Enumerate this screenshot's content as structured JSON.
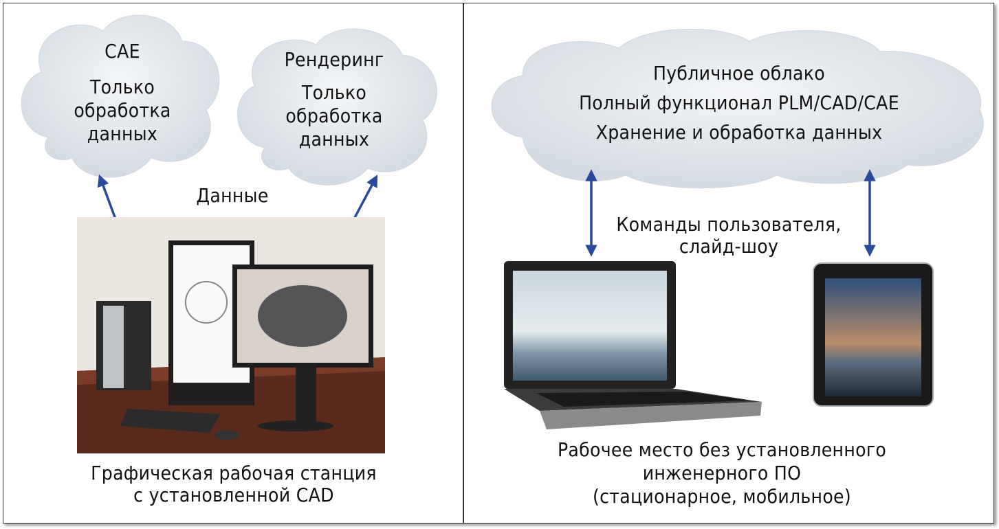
{
  "left_panel": {
    "cloud_cae": {
      "title": "CAE",
      "line1": "Только",
      "line2": "обработка",
      "line3": "данных"
    },
    "cloud_render": {
      "title": "Рендеринг",
      "line1": "Только",
      "line2": "обработка",
      "line3": "данных"
    },
    "data_label": "Данные",
    "caption_line1": "Графическая рабочая станция",
    "caption_line2": "с установленной CAD"
  },
  "right_panel": {
    "cloud": {
      "line1": "Публичное облако",
      "line2": "Полный функционал PLM/CAD/CAE",
      "line3": "Хранение и обработка данных"
    },
    "commands_line1": "Команды пользователя,",
    "commands_line2": "слайд-шоу",
    "caption_line1": "Рабочее место без установленного",
    "caption_line2": "инженерного ПО",
    "caption_line3": "(стационарное, мобильное)"
  },
  "colors": {
    "arrow": "#2a4b9b",
    "cloud": "#e4e9ee",
    "cloud_shade": "#c9d2db"
  }
}
